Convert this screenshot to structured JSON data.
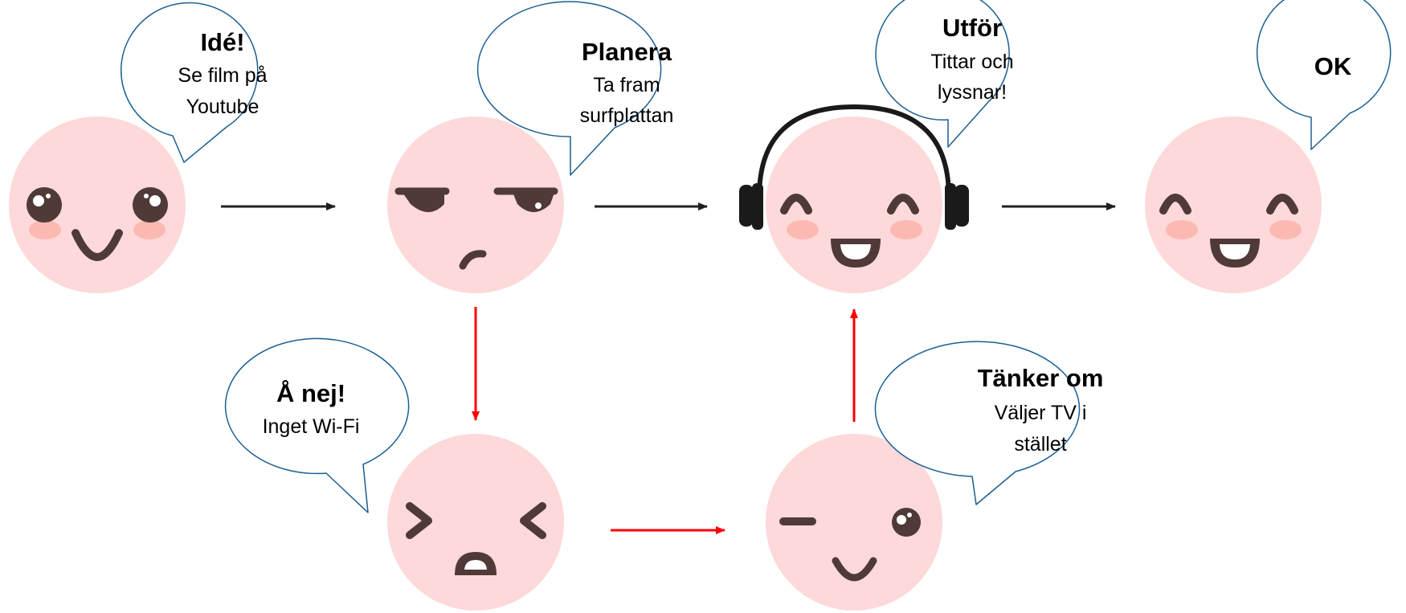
{
  "colors": {
    "face": "#fdd9d9",
    "feature": "#4f3a37",
    "cheek": "#fcb9b2",
    "bubble_stroke": "#1a5f94",
    "arrow_main": "#1f1f1f",
    "arrow_alt": "#ff0000",
    "headphones": "#1a1a1a"
  },
  "bubbles": {
    "idea": {
      "title": "Idé!",
      "line1": "Se film på",
      "line2": "Youtube"
    },
    "plan": {
      "title": "Planera",
      "line1": "Ta fram",
      "line2": "surfplattan"
    },
    "execute": {
      "title": "Utför",
      "line1": "Tittar och",
      "line2": "lyssnar!"
    },
    "ok": {
      "title": "OK"
    },
    "problem": {
      "title": "Å nej!",
      "line1": "Inget Wi-Fi"
    },
    "rethink": {
      "title": "Tänker om",
      "line1": "Väljer TV i",
      "line2": "stället"
    }
  },
  "faces": {
    "idea": "happy-face-icon",
    "plan": "skeptical-face-icon",
    "execute": "laughing-face-with-headphones-icon",
    "ok": "laughing-face-icon",
    "problem": "frustrated-face-icon",
    "rethink": "winking-face-icon"
  }
}
